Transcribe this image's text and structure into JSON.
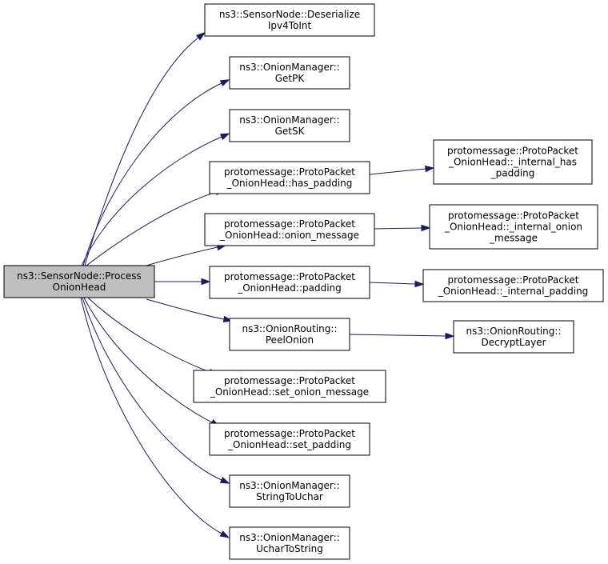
{
  "graph": {
    "type": "call-graph",
    "colors": {
      "edge": "#191970",
      "root_fill": "#bfbfbf",
      "node_fill": "#ffffff",
      "border": "#000000"
    },
    "nodes": [
      {
        "id": "root",
        "lines": [
          "ns3::SensorNode::Process",
          "OnionHead"
        ],
        "root": true
      },
      {
        "id": "n1",
        "lines": [
          "ns3::SensorNode::Deserialize",
          "Ipv4ToInt"
        ]
      },
      {
        "id": "n2",
        "lines": [
          "ns3::OnionManager::",
          "GetPK"
        ]
      },
      {
        "id": "n3",
        "lines": [
          "ns3::OnionManager::",
          "GetSK"
        ]
      },
      {
        "id": "n4",
        "lines": [
          "protomessage::ProtoPacket",
          "_OnionHead::has_padding"
        ]
      },
      {
        "id": "n5",
        "lines": [
          "protomessage::ProtoPacket",
          "_OnionHead::onion_message"
        ]
      },
      {
        "id": "n6",
        "lines": [
          "protomessage::ProtoPacket",
          "_OnionHead::padding"
        ]
      },
      {
        "id": "n7",
        "lines": [
          "ns3::OnionRouting::",
          "PeelOnion"
        ]
      },
      {
        "id": "n8",
        "lines": [
          "protomessage::ProtoPacket",
          "_OnionHead::set_onion_message"
        ]
      },
      {
        "id": "n9",
        "lines": [
          "protomessage::ProtoPacket",
          "_OnionHead::set_padding"
        ]
      },
      {
        "id": "n10",
        "lines": [
          "ns3::OnionManager::",
          "StringToUchar"
        ]
      },
      {
        "id": "n11",
        "lines": [
          "ns3::OnionManager::",
          "UcharToString"
        ]
      },
      {
        "id": "n12",
        "lines": [
          "protomessage::ProtoPacket",
          "_OnionHead::_internal_has",
          "_padding"
        ]
      },
      {
        "id": "n13",
        "lines": [
          "protomessage::ProtoPacket",
          "_OnionHead::_internal_onion",
          "_message"
        ]
      },
      {
        "id": "n14",
        "lines": [
          "protomessage::ProtoPacket",
          "_OnionHead::_internal_padding"
        ]
      },
      {
        "id": "n15",
        "lines": [
          "ns3::OnionRouting::",
          "DecryptLayer"
        ]
      }
    ],
    "edges": [
      [
        "root",
        "n1"
      ],
      [
        "root",
        "n2"
      ],
      [
        "root",
        "n3"
      ],
      [
        "root",
        "n4"
      ],
      [
        "root",
        "n5"
      ],
      [
        "root",
        "n6"
      ],
      [
        "root",
        "n7"
      ],
      [
        "root",
        "n8"
      ],
      [
        "root",
        "n9"
      ],
      [
        "root",
        "n10"
      ],
      [
        "root",
        "n11"
      ],
      [
        "n4",
        "n12"
      ],
      [
        "n5",
        "n13"
      ],
      [
        "n6",
        "n14"
      ],
      [
        "n7",
        "n15"
      ]
    ]
  }
}
